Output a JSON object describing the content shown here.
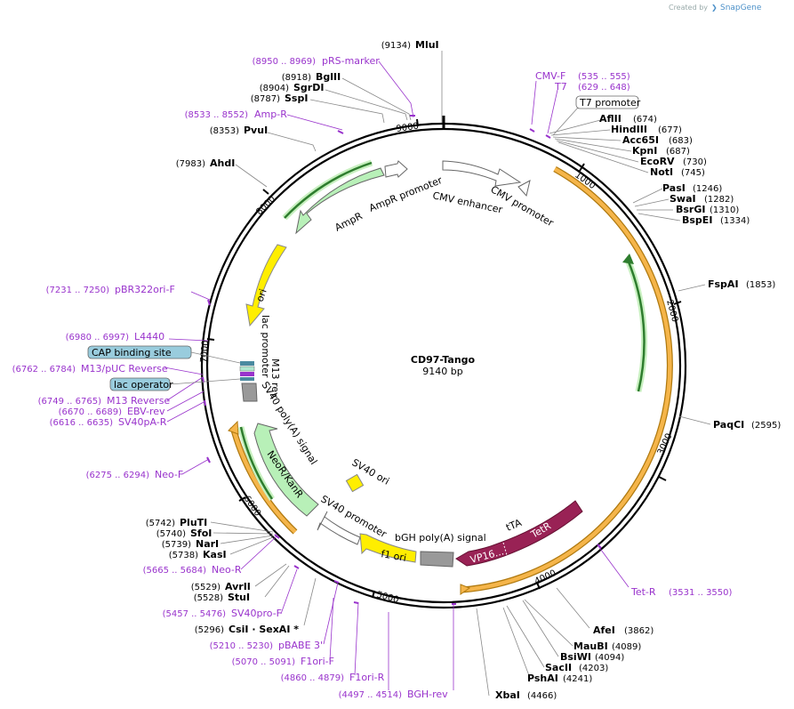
{
  "watermark": {
    "created_by": "Created by",
    "brand": "SnapGene"
  },
  "plasmid": {
    "name": "CD97-Tango",
    "size": "9140 bp"
  },
  "colors": {
    "primer": "#9933cc",
    "orange_feature": "#f0a030",
    "green_feature": "#b8f0b8",
    "green_arrow": "#2e7d2e",
    "yellow_feature": "#ffee00",
    "tetr": "#992255",
    "gray_feature": "#999999",
    "protein_binding": "#99ccdd"
  },
  "ticks": [
    "1000",
    "2000",
    "3000",
    "4000",
    "5000",
    "6000",
    "7000",
    "8000",
    "9000"
  ],
  "enzymes": [
    {
      "name": "MluI",
      "pos": "(9134)"
    },
    {
      "name": "BglII",
      "pos": "(8918)"
    },
    {
      "name": "SgrDI",
      "pos": "(8904)"
    },
    {
      "name": "SspI",
      "pos": "(8787)"
    },
    {
      "name": "PvuI",
      "pos": "(8353)"
    },
    {
      "name": "AhdI",
      "pos": "(7983)"
    },
    {
      "name": "AflII",
      "pos": "(674)"
    },
    {
      "name": "HindIII",
      "pos": "(677)"
    },
    {
      "name": "Acc65I",
      "pos": "(683)"
    },
    {
      "name": "KpnI",
      "pos": "(687)"
    },
    {
      "name": "EcoRV",
      "pos": "(730)"
    },
    {
      "name": "NotI",
      "pos": "(745)"
    },
    {
      "name": "PasI",
      "pos": "(1246)"
    },
    {
      "name": "SwaI",
      "pos": "(1282)"
    },
    {
      "name": "BsrGI",
      "pos": "(1310)"
    },
    {
      "name": "BspEI",
      "pos": "(1334)"
    },
    {
      "name": "FspAI",
      "pos": "(1853)"
    },
    {
      "name": "PaqCI",
      "pos": "(2595)"
    },
    {
      "name": "AfeI",
      "pos": "(3862)"
    },
    {
      "name": "MauBI",
      "pos": "(4089)"
    },
    {
      "name": "BsiWI",
      "pos": "(4094)"
    },
    {
      "name": "SacII",
      "pos": "(4203)"
    },
    {
      "name": "PshAI",
      "pos": "(4241)"
    },
    {
      "name": "XbaI",
      "pos": "(4466)"
    },
    {
      "name": "PluTI",
      "pos": "(5742)"
    },
    {
      "name": "SfoI",
      "pos": "(5740)"
    },
    {
      "name": "NarI",
      "pos": "(5739)"
    },
    {
      "name": "KasI",
      "pos": "(5738)"
    },
    {
      "name": "AvrII",
      "pos": "(5529)"
    },
    {
      "name": "StuI",
      "pos": "(5528)"
    },
    {
      "name": "CsiI · SexAI *",
      "pos": "(5296)"
    }
  ],
  "primers": [
    {
      "name": "pRS-marker",
      "pos": "(8950 .. 8969)"
    },
    {
      "name": "Amp-R",
      "pos": "(8533 .. 8552)"
    },
    {
      "name": "CMV-F",
      "pos": "(535 .. 555)"
    },
    {
      "name": "T7",
      "pos": "(629 .. 648)"
    },
    {
      "name": "pBR322ori-F",
      "pos": "(7231 .. 7250)"
    },
    {
      "name": "L4440",
      "pos": "(6980 .. 6997)"
    },
    {
      "name": "M13/pUC Reverse",
      "pos": "(6762 .. 6784)"
    },
    {
      "name": "M13 Reverse",
      "pos": "(6749 .. 6765)"
    },
    {
      "name": "EBV-rev",
      "pos": "(6670 .. 6689)"
    },
    {
      "name": "SV40pA-R",
      "pos": "(6616 .. 6635)"
    },
    {
      "name": "Neo-F",
      "pos": "(6275 .. 6294)"
    },
    {
      "name": "Neo-R",
      "pos": "(5665 .. 5684)"
    },
    {
      "name": "SV40pro-F",
      "pos": "(5457 .. 5476)"
    },
    {
      "name": "pBABE 3'",
      "pos": "(5210 .. 5230)"
    },
    {
      "name": "F1ori-F",
      "pos": "(5070 .. 5091)"
    },
    {
      "name": "F1ori-R",
      "pos": "(4860 .. 4879)"
    },
    {
      "name": "BGH-rev",
      "pos": "(4497 .. 4514)"
    },
    {
      "name": "Tet-R",
      "pos": "(3531 .. 3550)"
    }
  ],
  "boxed_labels": [
    "T7 promoter",
    "CAP binding site",
    "lac operator"
  ],
  "features": [
    "AmpR promoter",
    "AmpR",
    "CMV enhancer",
    "CMV promoter",
    "ori",
    "lac promoter",
    "M13 rev",
    "SV40 poly(A) signal",
    "NeoR/KanR",
    "SV40 ori",
    "SV40 promoter",
    "f1 ori",
    "bGH poly(A) signal",
    "tTA",
    "TetR",
    "VP16..."
  ]
}
